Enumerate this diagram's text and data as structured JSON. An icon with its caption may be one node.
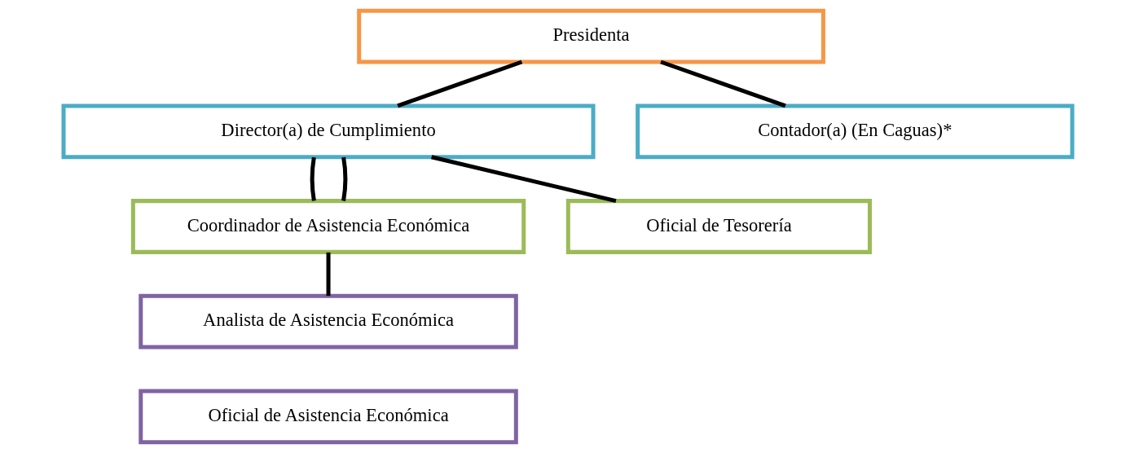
{
  "diagram": {
    "nodes": [
      {
        "text": [
          "Presidenta"
        ]
      },
      {
        "text": [
          "Director(a) de Cumplimiento"
        ]
      },
      {
        "text": [
          "Contador(a) (En Caguas)*"
        ]
      },
      {
        "text": [
          "Coordinador de Asistencia Económica"
        ]
      },
      {
        "text": [
          "Oficial de Tesorería"
        ]
      },
      {
        "text": [
          "Analista de Asistencia Económica"
        ]
      },
      {
        "text": [
          "Oficial de Asistencia Económica"
        ]
      }
    ],
    "edges": [
      {
        "from": 0,
        "to": 1,
        "arrow": "none"
      },
      {
        "from": 0,
        "to": 2,
        "arrow": "none"
      },
      {
        "from": 1,
        "to": 3,
        "arrow": "none"
      },
      {
        "from": 1,
        "to": 4,
        "arrow": "none"
      },
      {
        "from": 3,
        "to": 5,
        "arrow": "none"
      },
      {
        "from": 1,
        "to": 3,
        "arrow": "none"
      }
    ]
  }
}
